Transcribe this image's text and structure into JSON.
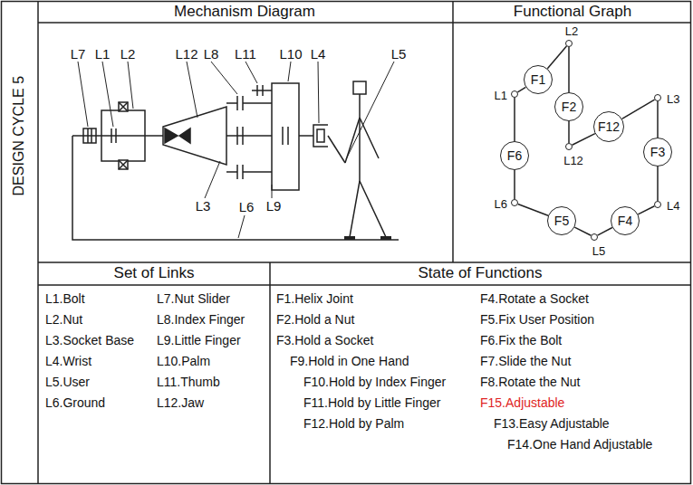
{
  "diagram": {
    "nodes": [
      {
        "text": [
          "F1"
        ]
      },
      {
        "text": [
          "L2"
        ]
      },
      {
        "text": [
          "F2"
        ]
      },
      {
        "text": [
          "L12"
        ]
      },
      {
        "text": [
          "F12"
        ]
      },
      {
        "text": [
          "L3"
        ]
      },
      {
        "text": [
          "F3"
        ]
      },
      {
        "text": [
          "L4"
        ]
      },
      {
        "text": [
          "F4"
        ]
      },
      {
        "text": [
          "L5"
        ]
      },
      {
        "text": [
          "F5"
        ]
      },
      {
        "text": [
          "L6"
        ]
      },
      {
        "text": [
          "F6"
        ]
      },
      {
        "text": [
          "L1"
        ]
      }
    ],
    "edges": [
      {
        "from": 0,
        "to": 1,
        "arrow": "none"
      },
      {
        "from": 1,
        "to": 2,
        "arrow": "none"
      },
      {
        "from": 2,
        "to": 3,
        "arrow": "none"
      },
      {
        "from": 3,
        "to": 4,
        "arrow": "none"
      },
      {
        "from": 4,
        "to": 5,
        "arrow": "none"
      },
      {
        "from": 5,
        "to": 6,
        "arrow": "none"
      },
      {
        "from": 6,
        "to": 7,
        "arrow": "none"
      },
      {
        "from": 7,
        "to": 8,
        "arrow": "none"
      },
      {
        "from": 8,
        "to": 9,
        "arrow": "none"
      },
      {
        "from": 9,
        "to": 10,
        "arrow": "none"
      },
      {
        "from": 10,
        "to": 11,
        "arrow": "none"
      },
      {
        "from": 11,
        "to": 12,
        "arrow": "none"
      },
      {
        "from": 12,
        "to": 13,
        "arrow": "none"
      },
      {
        "from": 13,
        "to": 0,
        "arrow": "none"
      }
    ],
    "labels": [
      "DESIGN CYCLE 5",
      "Mechanism Diagram",
      "Functional Graph",
      "Set of Links",
      "State of Functions",
      "L7",
      "L1",
      "L2",
      "L12",
      "L8",
      "L11",
      "L10",
      "L4",
      "L5",
      "L3",
      "L6",
      "L9",
      "L1.Bolt",
      "L2.Nut",
      "L3.Socket Base",
      "L4.Wrist",
      "L5.User",
      "L6.Ground",
      "L7.Nut Slider",
      "L8.Index Finger",
      "L9.Little Finger",
      "L10.Palm",
      "L11.Thumb",
      "L12.Jaw",
      "F1.Helix Joint",
      "F2.Hold a Nut",
      "F3.Hold a Socket",
      "F9.Hold in One Hand",
      "F10.Hold by Index Finger",
      "F11.Hold by Little Finger",
      "F12.Hold by Palm",
      "F4.Rotate a Socket",
      "F5.Fix User Position",
      "F6.Fix the Bolt",
      "F7.Slide the Nut",
      "F8.Rotate the Nut",
      "F15.Adjustable",
      "F13.Easy Adjustable",
      "F14.One Hand Adjustable"
    ]
  }
}
